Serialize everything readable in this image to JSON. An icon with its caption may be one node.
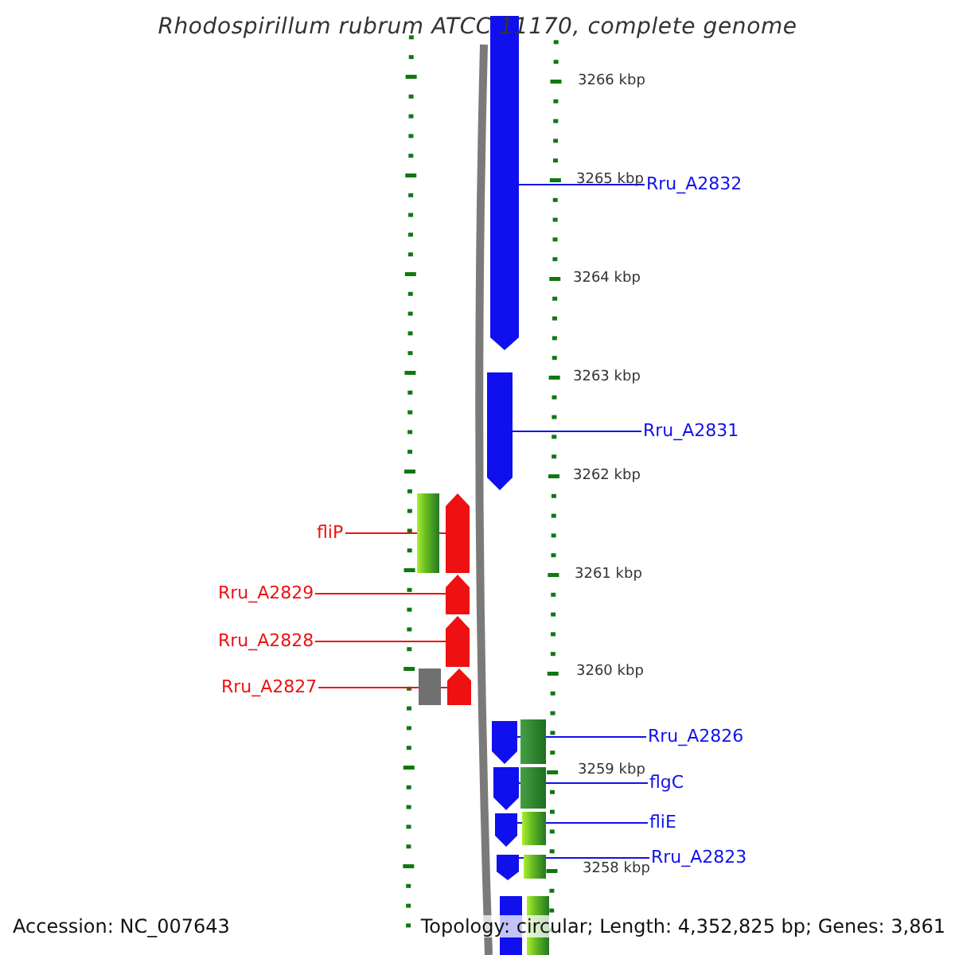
{
  "diagram": {
    "title": "Rhodospirillum rubrum ATCC 11170, complete genome",
    "nodes": [
      {
        "text": [
          "Rru_A2832"
        ]
      },
      {
        "text": [],
        "shape": "pentagon"
      },
      {
        "text": [
          "Rru_A2831"
        ]
      },
      {
        "text": [],
        "shape": "pentagon"
      },
      {
        "text": [
          "fliP"
        ]
      },
      {
        "text": [],
        "shape": "pentagon"
      },
      {
        "text": [
          "Rru_A2829"
        ]
      },
      {
        "text": [],
        "shape": "pentagon"
      },
      {
        "text": [
          "Rru_A2828"
        ]
      },
      {
        "text": [],
        "shape": "pentagon"
      },
      {
        "text": [
          "Rru_A2827"
        ]
      },
      {
        "text": [],
        "shape": "pentagon"
      },
      {
        "text": [
          "Rru_A2826"
        ]
      },
      {
        "text": [],
        "shape": "pentagon"
      },
      {
        "text": [
          "flgC"
        ]
      },
      {
        "text": [],
        "shape": "pentagon"
      },
      {
        "text": [
          "fliE"
        ]
      },
      {
        "text": [],
        "shape": "pentagon"
      },
      {
        "text": [
          "Rru_A2823"
        ]
      },
      {
        "text": [],
        "shape": "pentagon"
      }
    ],
    "edges": [
      {
        "from": 0,
        "to": 1,
        "arrow": "none"
      },
      {
        "from": 2,
        "to": 3,
        "arrow": "none"
      },
      {
        "from": 4,
        "to": 5,
        "arrow": "none",
        "color": "#ee1111"
      },
      {
        "from": 6,
        "to": 7,
        "arrow": "none",
        "color": "#ee1111"
      },
      {
        "from": 8,
        "to": 9,
        "arrow": "none",
        "color": "#ee1111"
      },
      {
        "from": 10,
        "to": 11,
        "arrow": "none",
        "color": "#ee1111"
      },
      {
        "from": 12,
        "to": 13,
        "arrow": "none"
      },
      {
        "from": 14,
        "to": 15,
        "arrow": "none"
      },
      {
        "from": 16,
        "to": 17,
        "arrow": "none"
      },
      {
        "from": 18,
        "to": 19,
        "arrow": "none"
      }
    ],
    "labels": [
      "3266 kbp",
      "3265 kbp",
      "3264 kbp",
      "3263 kbp",
      "3262 kbp",
      "3261 kbp",
      "3260 kbp",
      "3259 kbp",
      "3258 kbp",
      "Accession: NC_007643",
      "Topology: circular; Length: 4,352,825 bp; Genes: 3,861"
    ]
  }
}
